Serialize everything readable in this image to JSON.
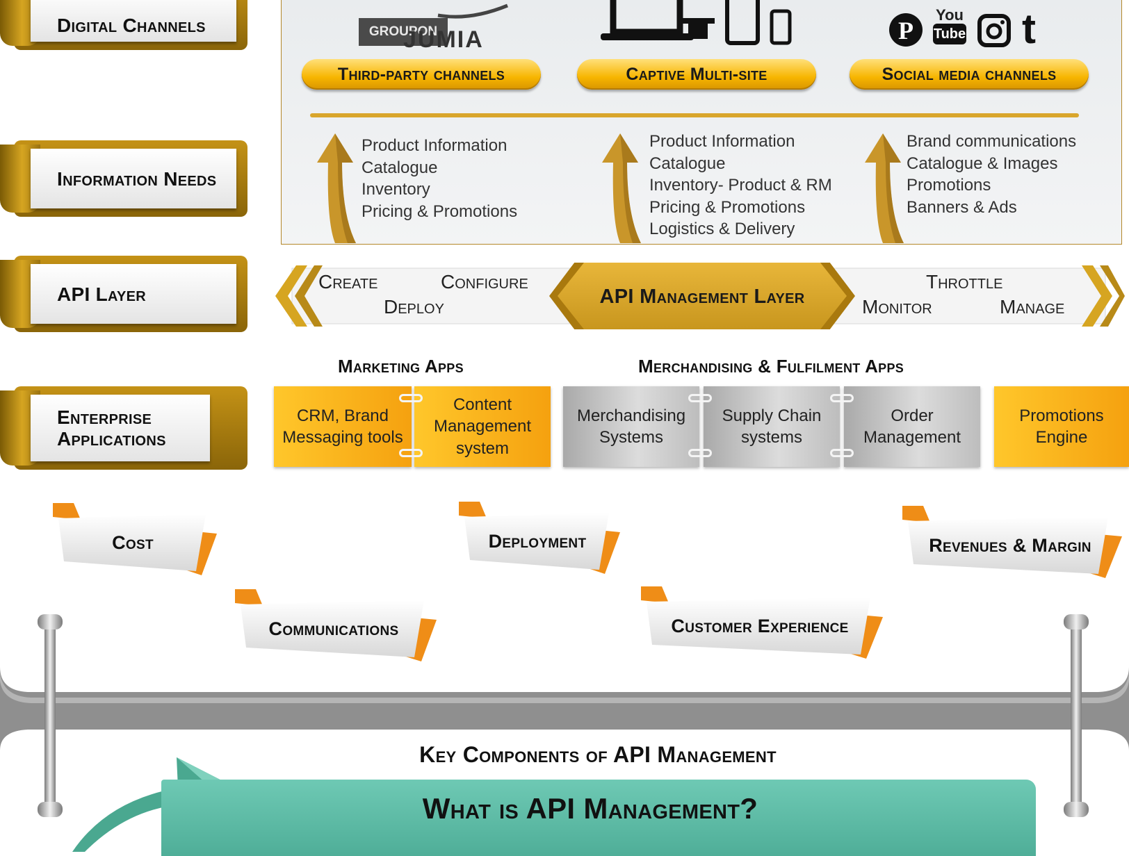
{
  "rows": {
    "digital_channels": "Digital Channels",
    "information_needs": "Information Needs",
    "api_layer": "API Layer",
    "enterprise_applications": "Enterprise Applications"
  },
  "channels": {
    "third_party": {
      "label": "Third-party channels",
      "logo_text_1": "GROUPON",
      "logo_text_2": "JUMIA"
    },
    "captive": {
      "label": "Captive Multi-site"
    },
    "social": {
      "label": "Social media channels",
      "youtube_1": "You",
      "youtube_2": "Tube",
      "tumblr": "t"
    }
  },
  "info_needs": {
    "third_party": [
      "Product Information",
      "Catalogue",
      "Inventory",
      "Pricing & Promotions"
    ],
    "captive": [
      "Product Information",
      "Catalogue",
      "Inventory- Product & RM",
      "Pricing & Promotions",
      "Logistics & Delivery"
    ],
    "social": [
      "Brand communications",
      "Catalogue & Images",
      "Promotions",
      "Banners & Ads"
    ]
  },
  "api_band": {
    "left": {
      "create": "Create",
      "configure": "Configure",
      "deploy": "Deploy"
    },
    "center": "API Management Layer",
    "right": {
      "throttle": "Throttle",
      "monitor": "Monitor",
      "manage": "Manage"
    }
  },
  "enterprise": {
    "marketing_title": "Marketing Apps",
    "merch_title": "Merchandising & Fulfilment Apps",
    "apps": {
      "crm": "CRM, Brand Messaging tools",
      "cms": "Content Management system",
      "merch": "Merchandising Systems",
      "supply": "Supply Chain systems",
      "order": "Order Management",
      "promo": "Promotions Engine"
    }
  },
  "tags": {
    "cost": "Cost",
    "deployment": "Deployment",
    "revenues": "Revenues & Margin",
    "communications": "Communications",
    "customer": "Customer Experience"
  },
  "footer": {
    "key_components": "Key Components of API Management",
    "what_is": "What is API Management?"
  },
  "colors": {
    "gold": "#d6a521",
    "orange_pill": "#f7b500",
    "orange_app": "#f5a10f",
    "teal": "#5bbba5",
    "tag_orange": "#ef8d17"
  }
}
